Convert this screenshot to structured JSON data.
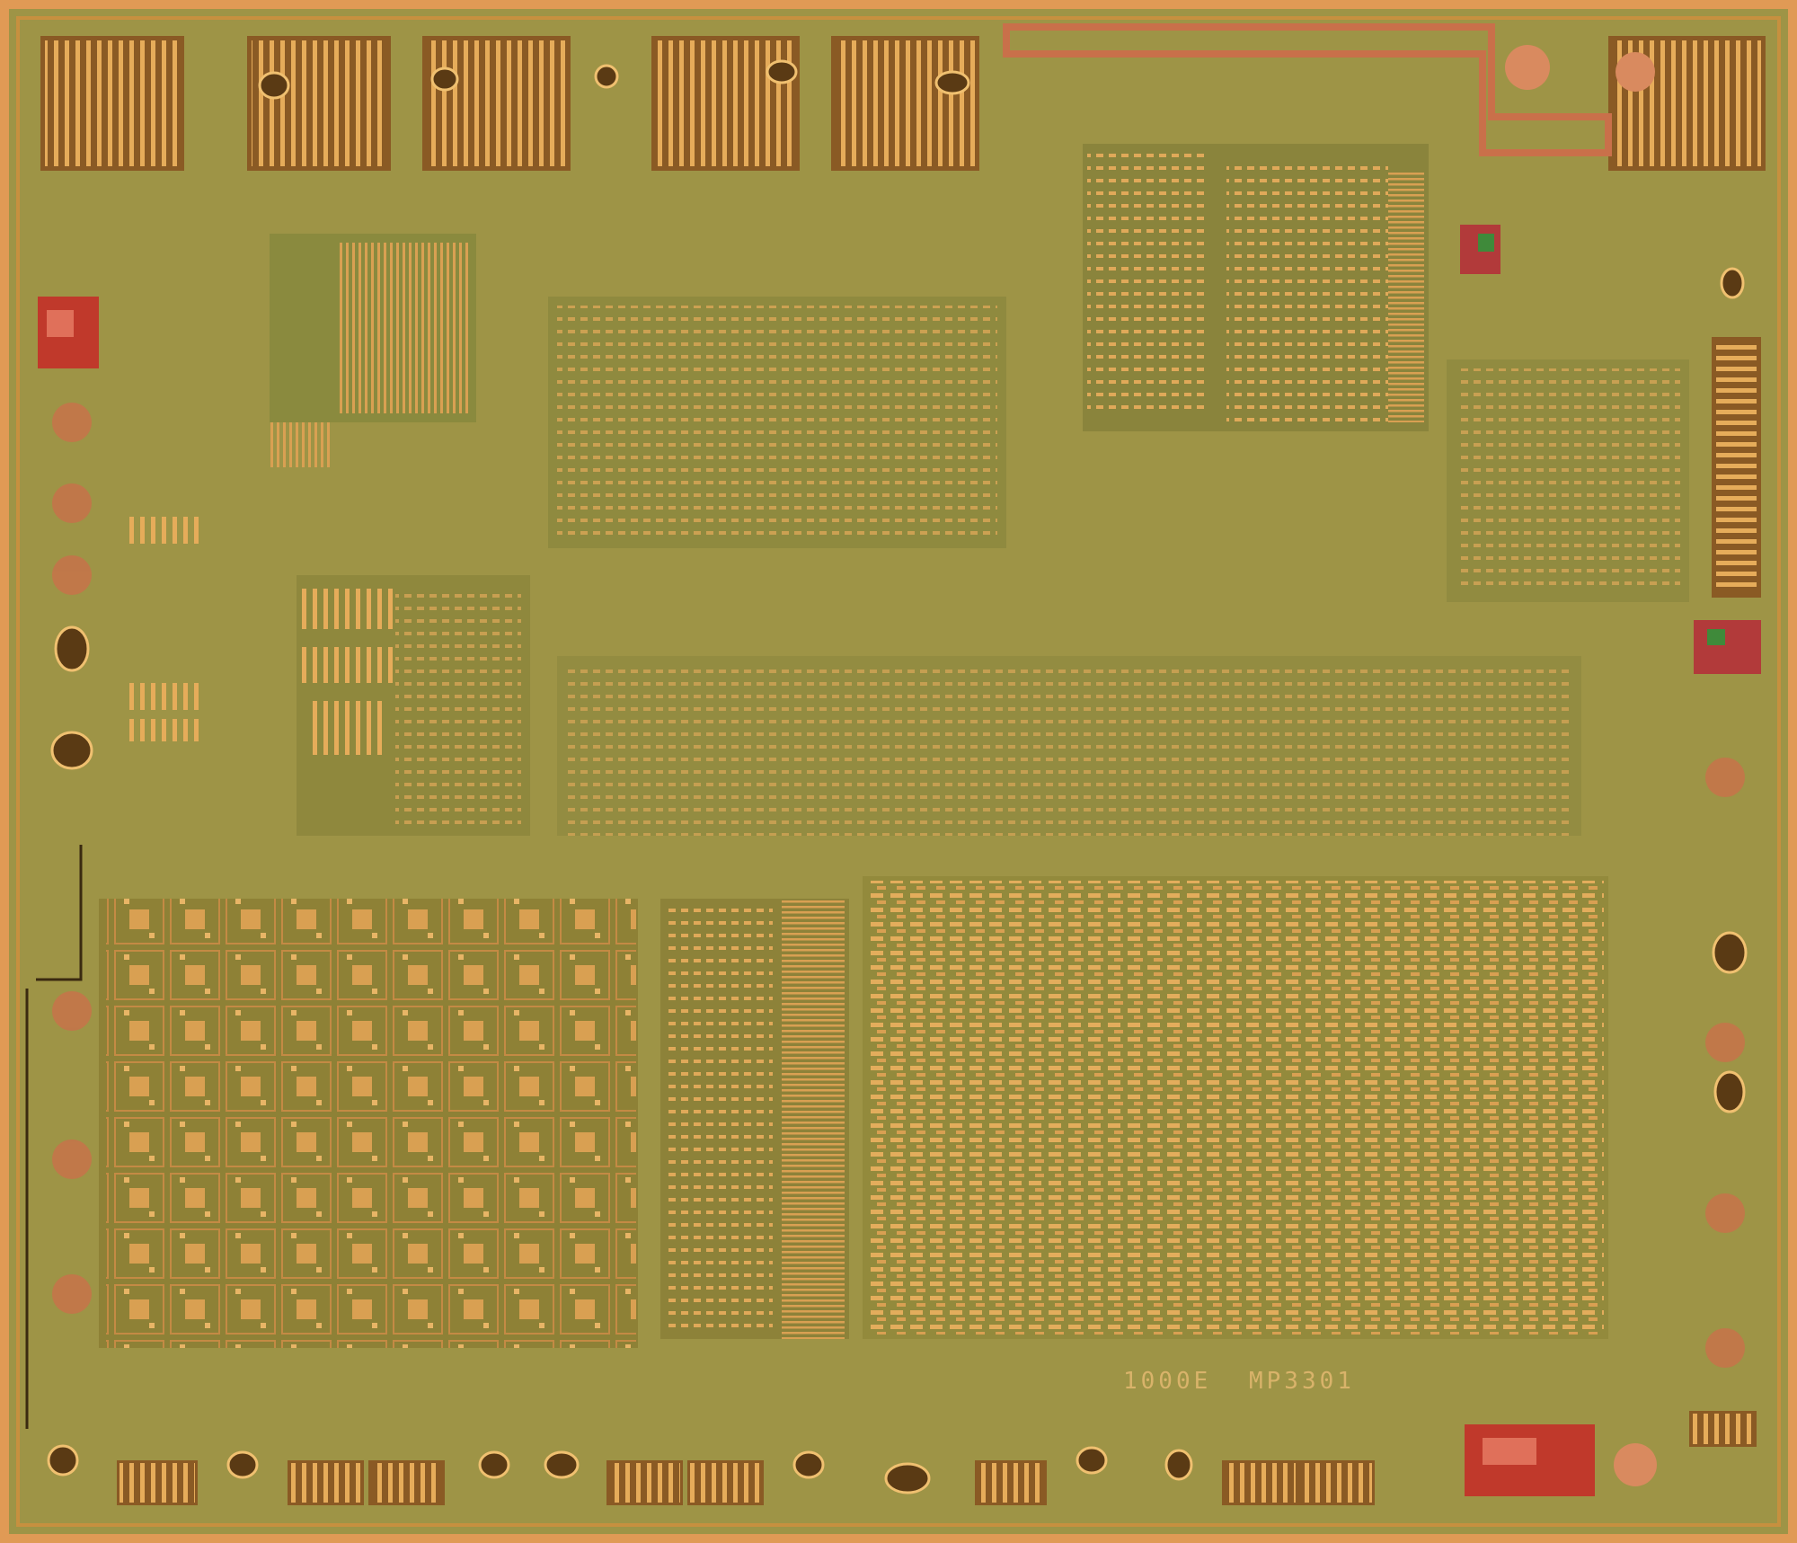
{
  "image": {
    "kind": "integrated-circuit die photograph",
    "die_markings": [
      {
        "id": "marking-mirrored",
        "text": "1000E"
      },
      {
        "id": "marking-part",
        "text": "MP3301"
      }
    ],
    "colors": {
      "substrate": "#9e9446",
      "substrate_dark": "#7f7a35",
      "metal": "#e0a959",
      "metal_dark": "#8a5a24",
      "poly": "#c9704a",
      "pad": "#d98a5f",
      "edge": "#e09a55",
      "damage_red": "#c0392b",
      "damage_green": "#3f8a3a"
    }
  }
}
